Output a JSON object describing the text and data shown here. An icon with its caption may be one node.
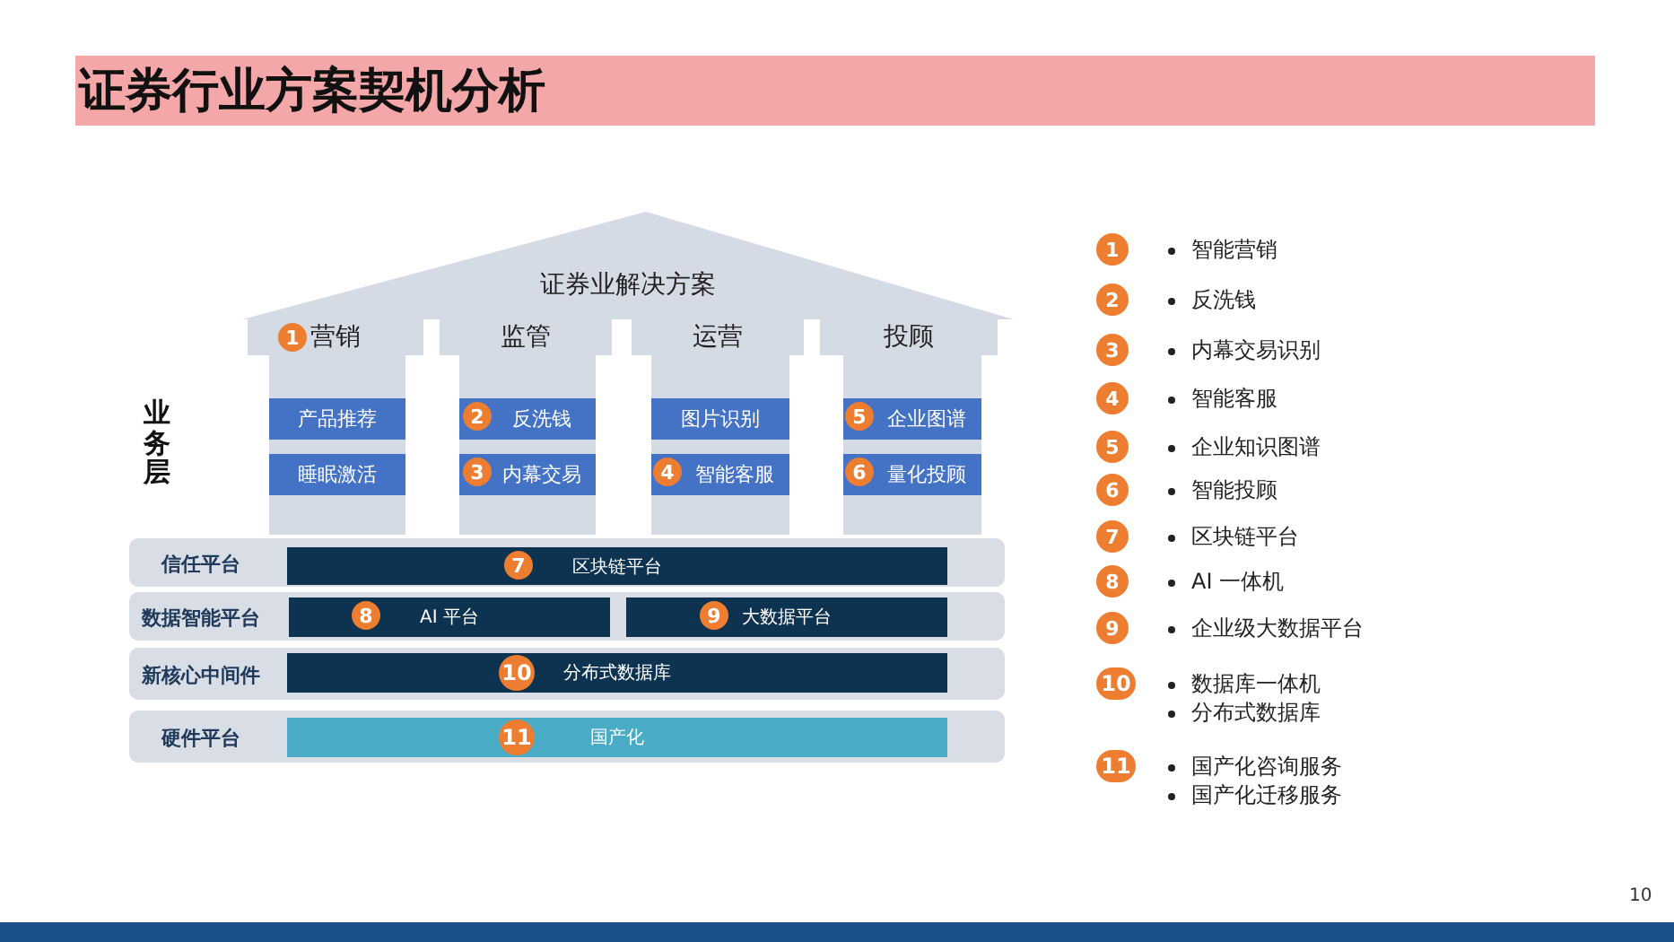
{
  "diagram": {
    "title": "证券行业方案契机分析",
    "nodes": [
      {
        "text": [
          "证券业解决方案"
        ]
      },
      {
        "text": [
          "营销"
        ]
      },
      {
        "text": [
          "监管"
        ]
      },
      {
        "text": [
          "运营"
        ]
      },
      {
        "text": [
          "投顾"
        ]
      },
      {
        "text": [
          "产品推荐"
        ],
        "in": 1
      },
      {
        "text": [
          "睡眠激活"
        ],
        "in": 1
      },
      {
        "text": [
          "反洗钱"
        ],
        "in": 2
      },
      {
        "text": [
          "内幕交易"
        ],
        "in": 2
      },
      {
        "text": [
          "图片识别"
        ],
        "in": 3
      },
      {
        "text": [
          "智能客服"
        ],
        "in": 3
      },
      {
        "text": [
          "企业图谱"
        ],
        "in": 4
      },
      {
        "text": [
          "量化投顾"
        ],
        "in": 4
      },
      {
        "text": [
          "信任平台"
        ]
      },
      {
        "text": [
          "数据智能平台"
        ]
      },
      {
        "text": [
          "新核心中间件"
        ]
      },
      {
        "text": [
          "硬件平台"
        ]
      },
      {
        "text": [
          "区块链平台"
        ],
        "in": 13
      },
      {
        "text": [
          "AI 平台"
        ],
        "in": 14
      },
      {
        "text": [
          "大数据平台"
        ],
        "in": 14
      },
      {
        "text": [
          "分布式数据库"
        ],
        "in": 15
      },
      {
        "text": [
          "国产化"
        ],
        "in": 16
      },
      {
        "text": [
          "1"
        ],
        "in": 1
      },
      {
        "text": [
          "2"
        ],
        "in": 7
      },
      {
        "text": [
          "3"
        ],
        "in": 8
      },
      {
        "text": [
          "4"
        ],
        "in": 10
      },
      {
        "text": [
          "5"
        ],
        "in": 11
      },
      {
        "text": [
          "6"
        ],
        "in": 12
      },
      {
        "text": [
          "7"
        ],
        "in": 17
      },
      {
        "text": [
          "8"
        ],
        "in": 18
      },
      {
        "text": [
          "9"
        ],
        "in": 19
      },
      {
        "text": [
          "10"
        ],
        "in": 20
      },
      {
        "text": [
          "11"
        ],
        "in": 21
      },
      {
        "text": [
          "1"
        ],
        "beside": [
          "智能营销"
        ]
      },
      {
        "text": [
          "2"
        ],
        "beside": [
          "反洗钱"
        ]
      },
      {
        "text": [
          "3"
        ],
        "beside": [
          "内幕交易识别"
        ]
      },
      {
        "text": [
          "4"
        ],
        "beside": [
          "智能客服"
        ]
      },
      {
        "text": [
          "5"
        ],
        "beside": [
          "企业知识图谱"
        ]
      },
      {
        "text": [
          "6"
        ],
        "beside": [
          "智能投顾"
        ]
      },
      {
        "text": [
          "7"
        ],
        "beside": [
          "区块链平台"
        ]
      },
      {
        "text": [
          "8"
        ],
        "beside": [
          "AI 一体机"
        ]
      },
      {
        "text": [
          "9"
        ],
        "beside": [
          "企业级大数据平台"
        ]
      },
      {
        "text": [
          "10"
        ],
        "beside": [
          "数据库一体机",
          "分布式数据库"
        ]
      },
      {
        "text": [
          "11"
        ],
        "beside": [
          "国产化咨询服务",
          "国产化迁移服务"
        ]
      }
    ],
    "labels": [
      "业务层",
      "10"
    ]
  }
}
